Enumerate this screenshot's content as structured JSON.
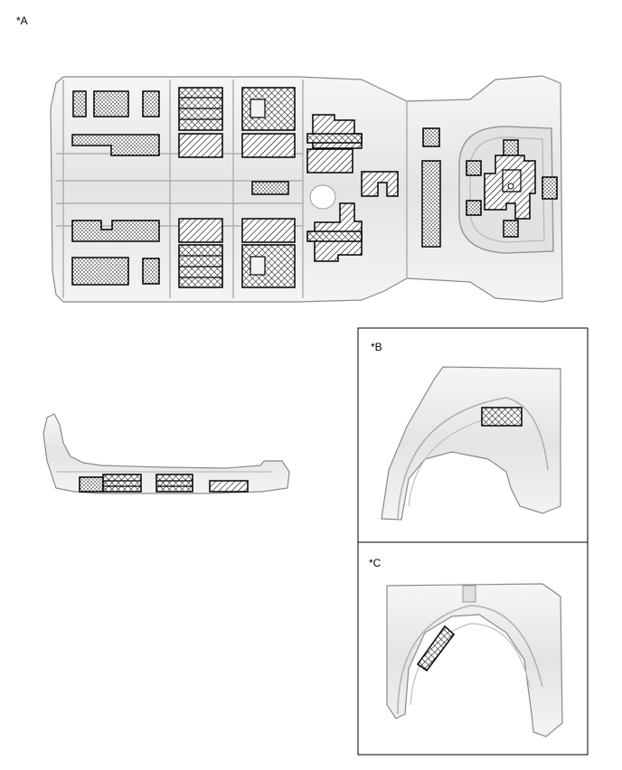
{
  "labels": {
    "view_a": "*A",
    "view_b": "*B",
    "view_c": "*C"
  },
  "patterns": {
    "dots": "dotted-sheet",
    "hatch": "diagonal-hatch-sheet",
    "cross": "cross-hatch-sheet"
  },
  "colors": {
    "body_fill": "#eeeeee",
    "body_line": "#9a9a9a",
    "outline": "#000000"
  }
}
